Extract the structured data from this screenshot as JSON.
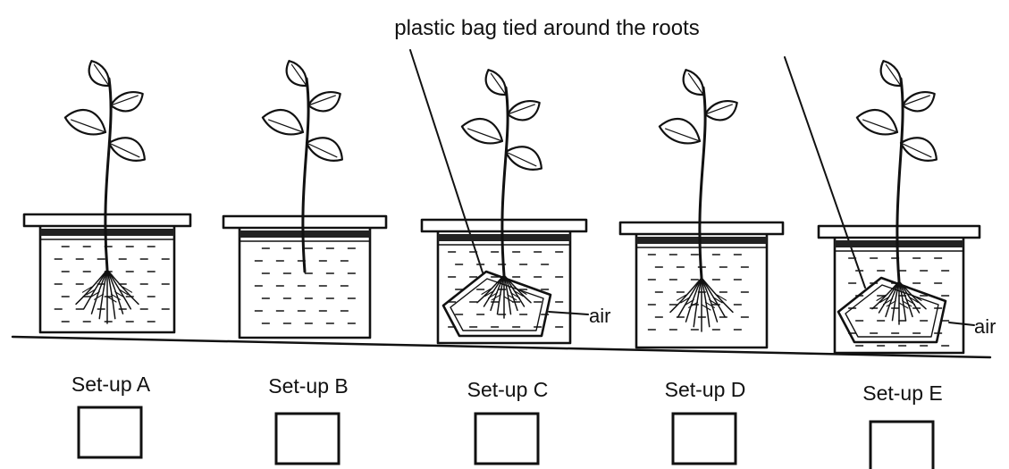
{
  "title_label": "plastic bag tied around the roots",
  "air_label": "air",
  "setups": [
    {
      "caption": "Set-up A",
      "roots": "exposed"
    },
    {
      "caption": "Set-up B",
      "roots": "none"
    },
    {
      "caption": "Set-up C",
      "roots": "bagged"
    },
    {
      "caption": "Set-up D",
      "roots": "exposed"
    },
    {
      "caption": "Set-up E",
      "roots": "bagged"
    }
  ],
  "colors": {
    "ink": "#111111",
    "paper": "#ffffff",
    "water_dash": "#222222"
  }
}
